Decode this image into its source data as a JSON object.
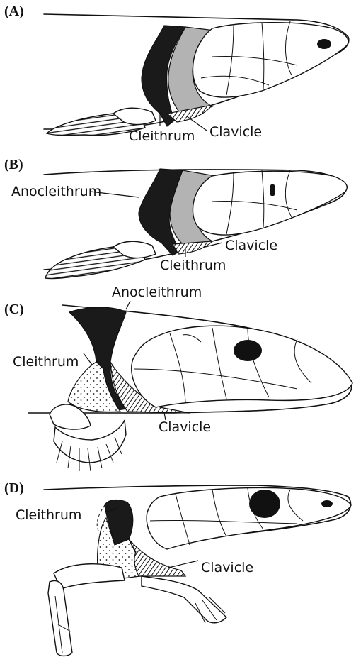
{
  "panels": [
    {
      "id": "A",
      "label": "(A)",
      "labels": {
        "cleithrum": "Cleithrum",
        "clavicle": "Clavicle"
      }
    },
    {
      "id": "B",
      "label": "(B)",
      "labels": {
        "anocleithrum": "Anocleithrum",
        "cleithrum": "Cleithrum",
        "clavicle": "Clavicle"
      }
    },
    {
      "id": "C",
      "label": "(C)",
      "labels": {
        "anocleithrum": "Anocleithrum",
        "cleithrum": "Cleithrum",
        "clavicle": "Clavicle"
      }
    },
    {
      "id": "D",
      "label": "(D)",
      "labels": {
        "cleithrum": "Cleithrum",
        "clavicle": "Clavicle"
      }
    }
  ],
  "colors": {
    "ink": "#111111",
    "dark_bone": "#1a1a1a",
    "grey_bone": "#b3b3b3",
    "background": "#ffffff"
  }
}
